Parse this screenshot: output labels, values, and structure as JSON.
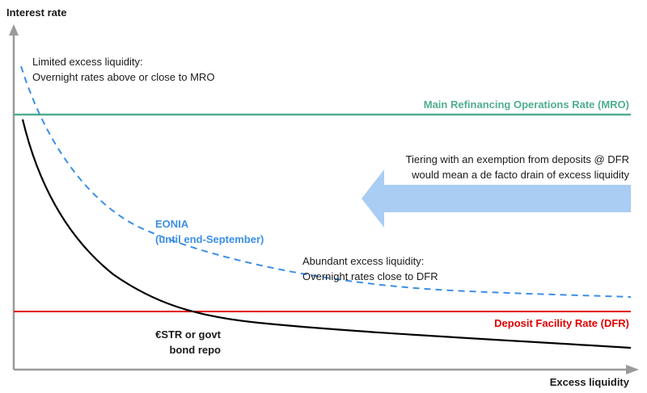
{
  "axes": {
    "y_label": "Interest rate",
    "x_label": "Excess liquidity"
  },
  "lines": {
    "mro": {
      "label": "Main Refinancing Operations Rate (MRO)",
      "color": "#4fae8e"
    },
    "dfr": {
      "label": "Deposit Facility Rate (DFR)",
      "color": "#e00000"
    }
  },
  "curves": {
    "eonia": {
      "label_line1": "EONIA",
      "label_line2": "(until end-September)",
      "color": "#3c8fe6",
      "style": "dashed"
    },
    "estr": {
      "label_line1": "€STR or govt",
      "label_line2": "bond repo",
      "color": "#000000",
      "style": "solid"
    }
  },
  "annotations": {
    "limited": {
      "line1": "Limited excess liquidity:",
      "line2": "Overnight rates above or close to MRO"
    },
    "abundant": {
      "line1": "Abundant excess liquidity:",
      "line2": "Overnight rates close to DFR"
    },
    "tiering": {
      "line1": "Tiering with an exemption from deposits @ DFR",
      "line2": "would mean a de facto drain of excess liquidity"
    }
  },
  "arrow": {
    "color": "#a9cdf3",
    "direction": "left",
    "icon": "left-arrow-icon"
  },
  "axis_color": "#9a9a9a"
}
